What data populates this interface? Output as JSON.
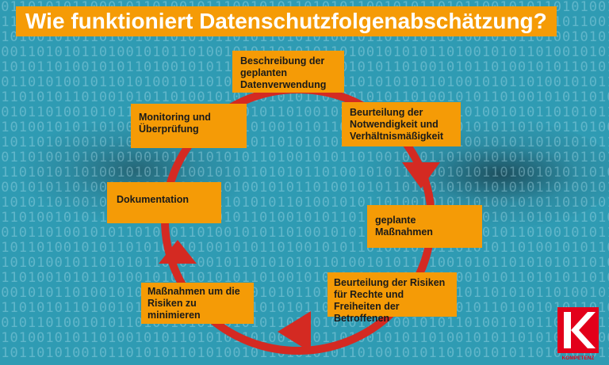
{
  "title": "Wie funktioniert Datenschutzfolgenabschätzung?",
  "steps": [
    "Beschreibung der geplanten Datenverwendung",
    "Beurteilung der Notwendigkeit und Verhältnismäßigkeit",
    "geplante Maßnahmen",
    "Beurteilung der Risiken für Rechte und Freiheiten der Betroffenen",
    "Maßnahmen um die Risiken zu minimieren",
    "Dokumentation",
    "Monitoring und Überprüfung"
  ],
  "logo": {
    "text": "KOMPETENZ",
    "letter": "K"
  },
  "colors": {
    "box": "#f59b06",
    "arrow": "#d42a22",
    "background": "#2f9bb3",
    "title_text": "#ffffff"
  }
}
